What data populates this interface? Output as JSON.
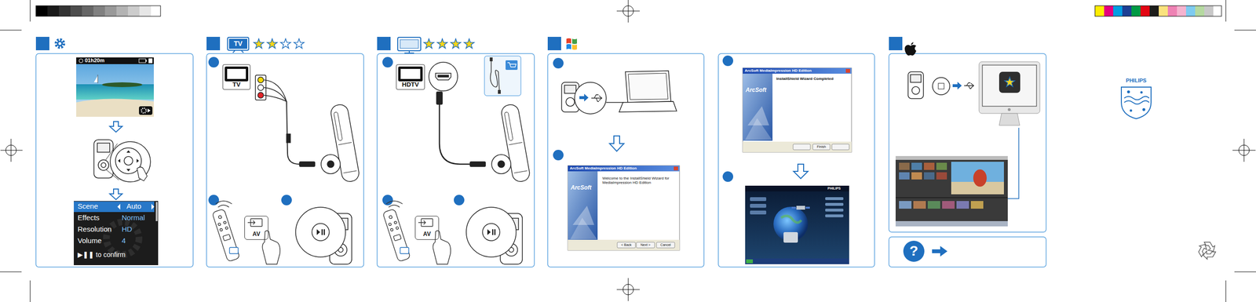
{
  "diagram": {
    "nodes": [
      {
        "text": [
          "Scene",
          "Auto",
          "Effects",
          "Normal",
          "Resolution",
          "HD",
          "Volume",
          "4",
          "▶❚❚ to confirm"
        ]
      },
      {
        "text": [
          "TV"
        ]
      },
      {
        "text": [
          "TV"
        ]
      },
      {
        "text": [
          "AV"
        ]
      },
      {
        "text": [
          "HDTV"
        ]
      },
      {
        "text": [
          "AV"
        ]
      },
      {
        "text": [
          "ArcSoft MediaImpression HD Edition",
          "ArcSoft",
          "Welcome to the InstallShield Wizard for MediaImpression HD Edition",
          "< Back",
          "Next >",
          "Cancel"
        ]
      },
      {
        "text": [
          "ArcSoft MediaImpression HD Edition",
          "ArcSoft",
          "InstallShield Wizard Completed",
          "Finish"
        ]
      },
      {
        "text": [
          "PHILIPS"
        ]
      },
      {
        "text": [
          "?"
        ]
      },
      {
        "text": [
          "PHILIPS"
        ]
      }
    ],
    "labels": [
      "01h20m"
    ]
  }
}
